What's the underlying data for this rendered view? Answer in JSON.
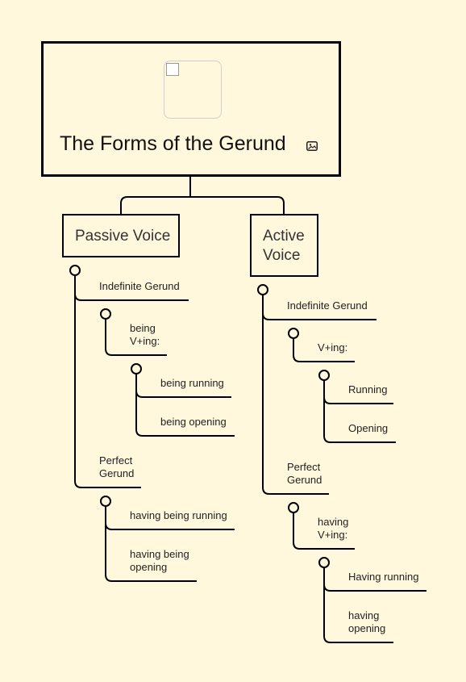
{
  "diagram": {
    "root": {
      "title": "The Forms of the Gerund",
      "image_icon": "image-icon"
    },
    "passive": {
      "label": "Passive Voice",
      "indefinite": {
        "label": "Indefinite Gerund",
        "formula": "being V+ing:",
        "examples": [
          "being running",
          "being opening"
        ]
      },
      "perfect": {
        "label": "Perfect Gerund",
        "examples": [
          "having being running",
          "having being opening"
        ]
      }
    },
    "active": {
      "label": "Active Voice",
      "indefinite": {
        "label": "Indefinite Gerund",
        "formula": "V+ing:",
        "examples": [
          "Running",
          "Opening"
        ]
      },
      "perfect": {
        "label": "Perfect Gerund",
        "formula": "having V+ing:",
        "examples": [
          "Having running",
          "having opening"
        ]
      }
    }
  }
}
